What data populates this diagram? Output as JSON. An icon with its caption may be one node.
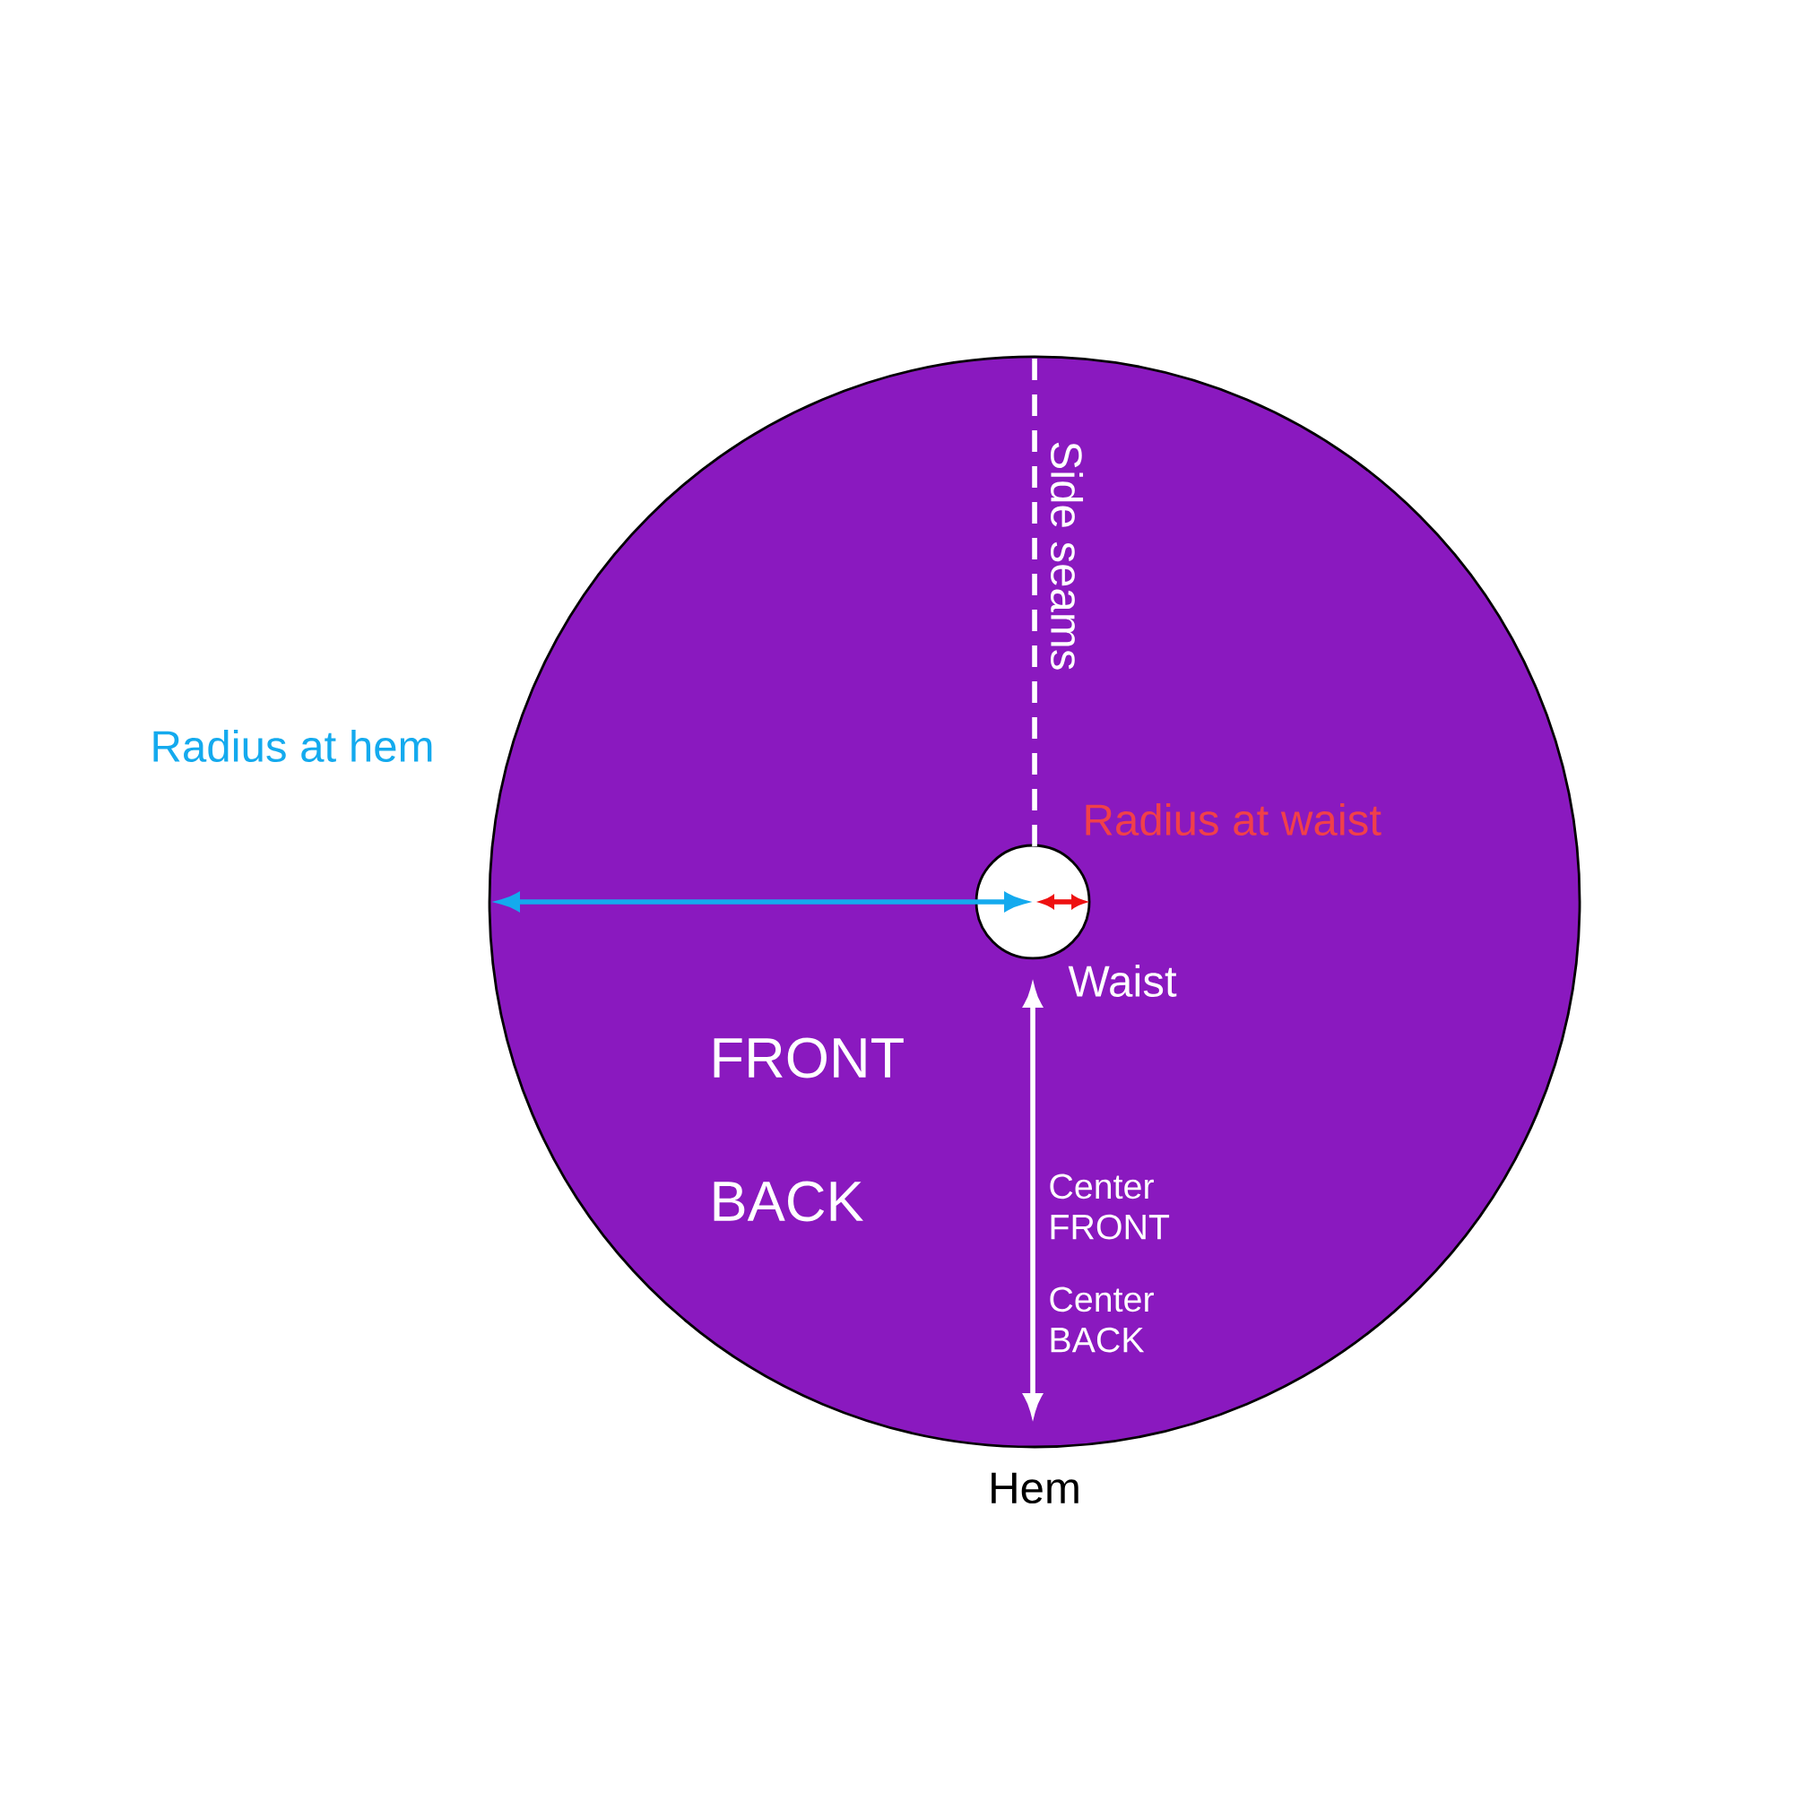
{
  "diagram": {
    "nodes": [
      {
        "text": [],
        "shape": "circle",
        "beside": [
          "Hem"
        ]
      },
      {
        "text": [],
        "shape": "circle",
        "in": 0,
        "beside": [
          "Waist"
        ]
      }
    ],
    "labels": [
      "Side seams",
      "Radius at hem",
      "Radius at waist",
      "FRONT",
      "BACK",
      "Center FRONT",
      "Center BACK"
    ]
  }
}
